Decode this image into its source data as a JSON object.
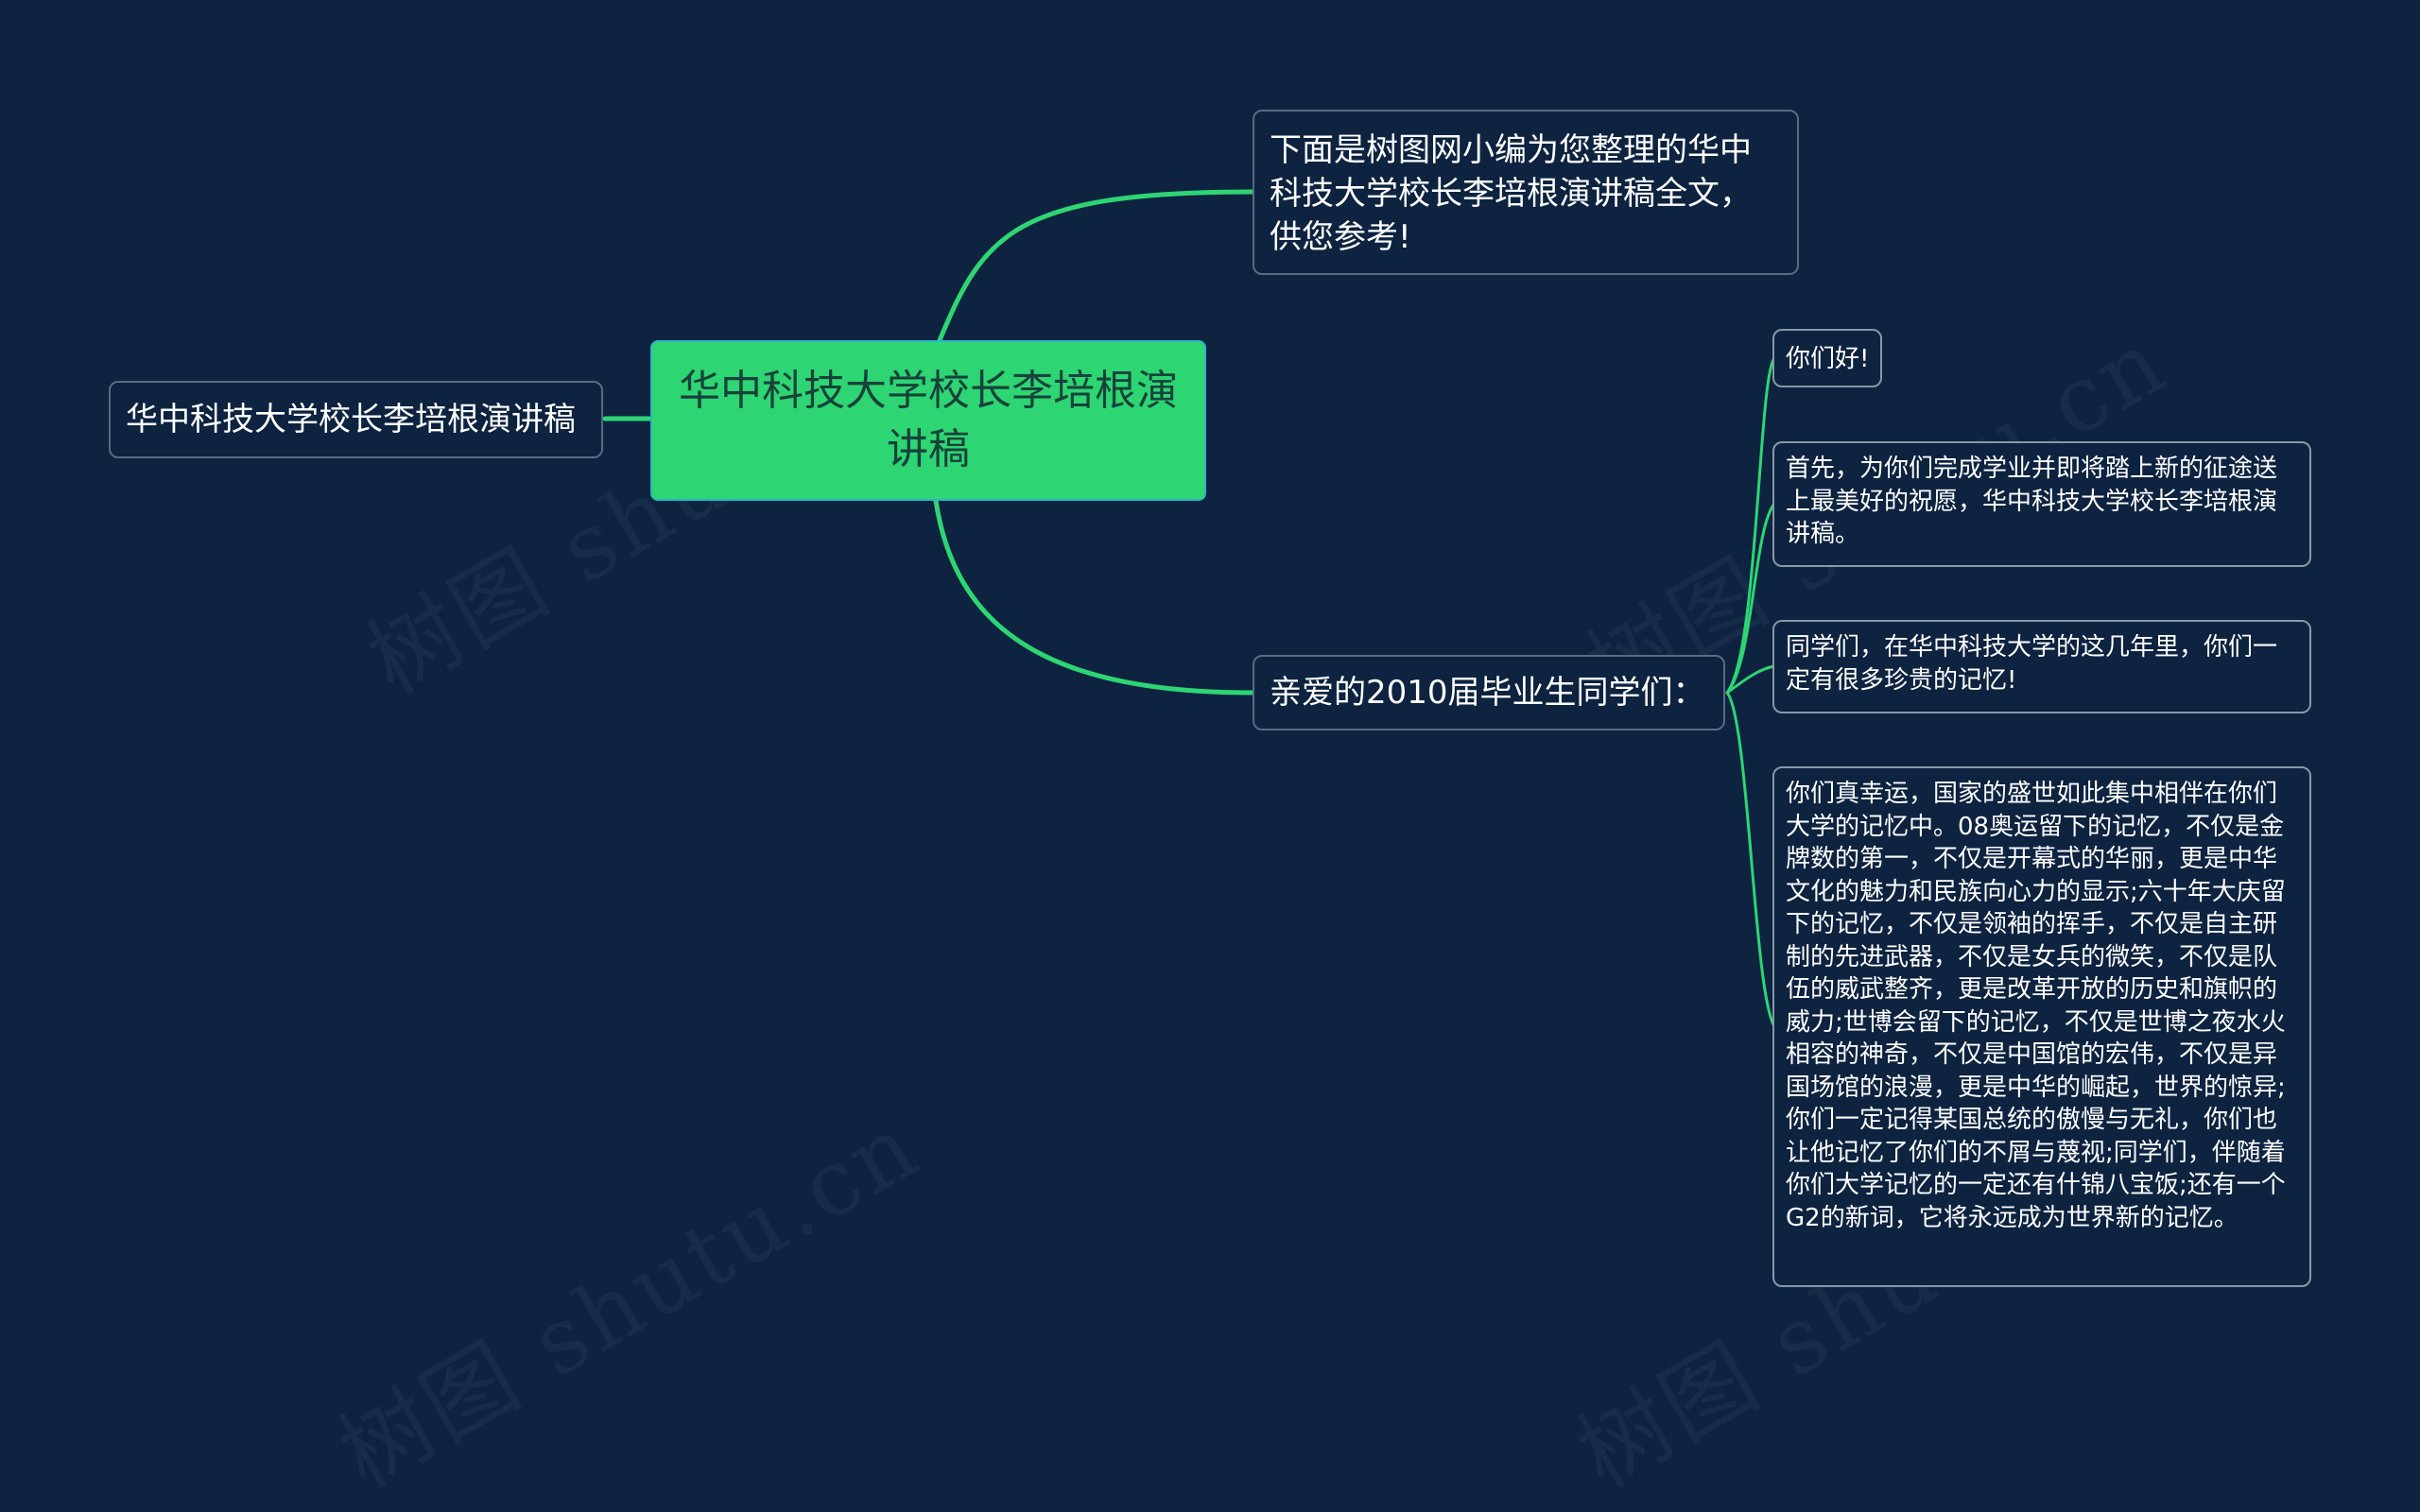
{
  "root": {
    "label": "华中科技大学校长李培根演讲稿"
  },
  "left_branch": {
    "label": "华中科技大学校长李培根演讲稿"
  },
  "right_branches": [
    {
      "label": "下面是树图网小编为您整理的华中科技大学校长李培根演讲稿全文，供您参考!"
    },
    {
      "label": "亲爱的2010届毕业生同学们：",
      "children": [
        "你们好!",
        "首先，为你们完成学业并即将踏上新的征途送上最美好的祝愿，华中科技大学校长李培根演讲稿。",
        "同学们，在华中科技大学的这几年里，你们一定有很多珍贵的记忆!",
        "你们真幸运，国家的盛世如此集中相伴在你们大学的记忆中。08奥运留下的记忆，不仅是金牌数的第一，不仅是开幕式的华丽，更是中华文化的魅力和民族向心力的显示;六十年大庆留下的记忆，不仅是领袖的挥手，不仅是自主研制的先进武器，不仅是女兵的微笑，不仅是队伍的威武整齐，更是改革开放的历史和旗帜的威力;世博会留下的记忆，不仅是世博之夜水火相容的神奇，不仅是中国馆的宏伟，不仅是异国场馆的浪漫，更是中华的崛起，世界的惊异;你们一定记得某国总统的傲慢与无礼，你们也让他记忆了你们的不屑与蔑视;同学们，伴随着你们大学记忆的一定还有什锦八宝饭;还有一个G2的新词，它将永远成为世界新的记忆。"
      ]
    }
  ],
  "watermark": {
    "text": "树图 shutu.cn"
  },
  "colors": {
    "background": "#0d2340",
    "root_fill": "#2ed573",
    "connector": "#2ed573",
    "node_border": "#5a6b80",
    "text": "#ffffff"
  }
}
